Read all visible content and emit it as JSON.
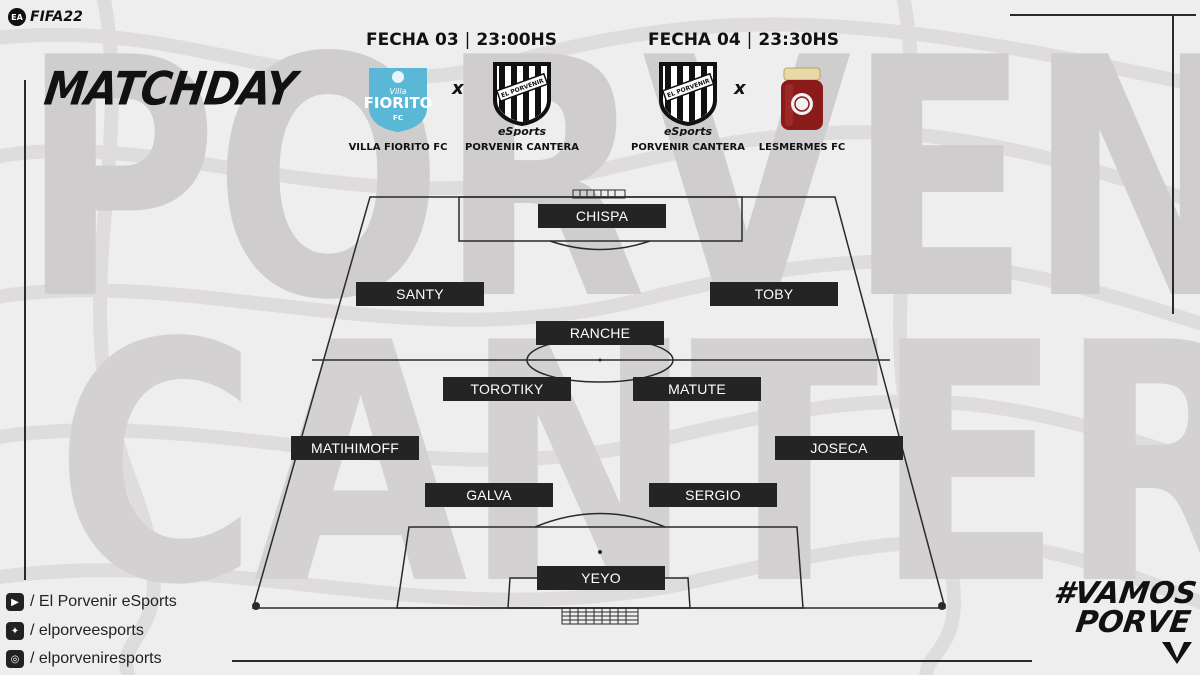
{
  "header": {
    "game_logo": "FIFA22",
    "ea_label": "EA",
    "title": "MATCHDAY"
  },
  "fixtures": [
    {
      "fecha": "FECHA 03",
      "time": "23:00HS",
      "home": "VILLA FIORITO FC",
      "away": "PORVENIR CANTERA",
      "vs": "x"
    },
    {
      "fecha": "FECHA 04",
      "time": "23:30HS",
      "home": "PORVENIR CANTERA",
      "away": "LESMERMES FC",
      "vs": "x"
    }
  ],
  "crests": {
    "villa_fiorito": {
      "line1": "Villa",
      "line2": "FIORITO",
      "line3": "FC",
      "color": "#5ab8d6"
    },
    "porvenir": {
      "ring_text": "EL PORVENIR",
      "caption": "eSports",
      "color": "#111111"
    },
    "lesmermes": {
      "color": "#8b1a1a"
    }
  },
  "background_words": [
    "PORVENIR",
    "CANTERA"
  ],
  "lineup": {
    "gk_top": "CHISPA",
    "left_wing": "SANTY",
    "right_wing": "TOBY",
    "striker": "RANCHE",
    "cm_left": "TOROTIKY",
    "cm_right": "MATUTE",
    "lb": "MATIHIMOFF",
    "rb": "JOSECA",
    "cb_left": "GALVA",
    "cb_right": "SERGIO",
    "gk": "YEYO"
  },
  "social": [
    {
      "icon": "youtube-icon",
      "text": "/ El Porvenir eSports"
    },
    {
      "icon": "twitter-icon",
      "text": "/ elporveesports"
    },
    {
      "icon": "instagram-icon",
      "text": "/ elporveniresports"
    }
  ],
  "hashtag": {
    "line1": "#VAMOS",
    "line2": "PORVE"
  },
  "colors": {
    "background": "#efeeee",
    "player_box": "#242424",
    "text": "#111111"
  }
}
